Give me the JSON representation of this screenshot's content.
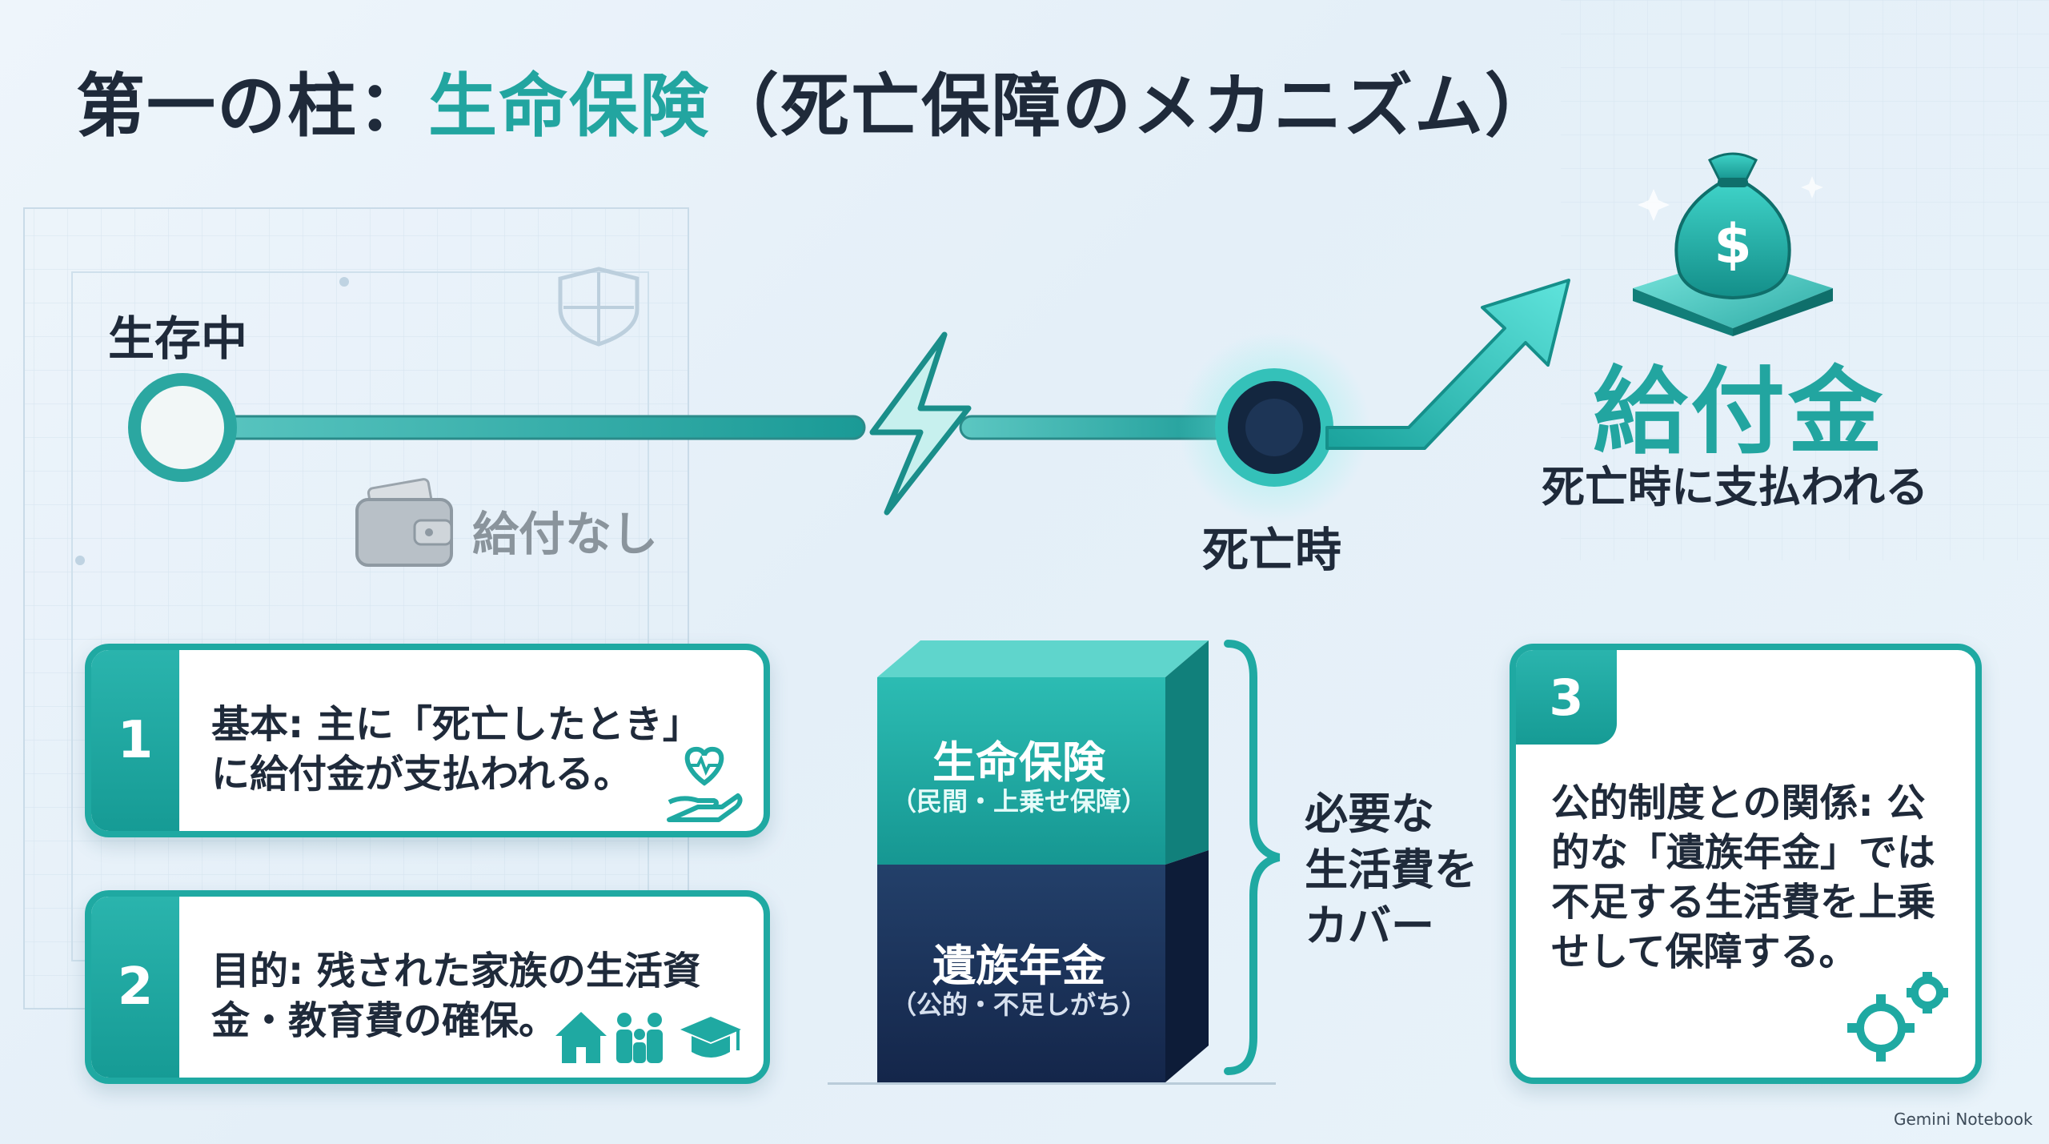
{
  "title": {
    "prefix": "第一の柱：",
    "highlight": "生命保険",
    "suffix": "（死亡保障のメカニズム）"
  },
  "timeline": {
    "alive_label": "生存中",
    "no_benefit_label": "給付なし",
    "death_label": "死亡時",
    "benefit_title": "給付金",
    "benefit_subtitle": "死亡時に支払われる"
  },
  "cards": [
    {
      "number": "1",
      "text": "基本: 主に「死亡したとき」に給付金が支払われる。",
      "icon": "heart-hand-icon"
    },
    {
      "number": "2",
      "text": "目的: 残された家族の生活資金・教育費の確保。",
      "icon": "house-family-graduation-icon"
    },
    {
      "number": "3",
      "text": "公的制度との関係: 公的な「遺族年金」では不足する生活費を上乗せして保障する。",
      "icon": "gears-icon"
    }
  ],
  "stack": {
    "top": {
      "title": "生命保険",
      "subtitle": "（民間・上乗せ保障）"
    },
    "bottom": {
      "title": "遺族年金",
      "subtitle": "（公的・不足しがち）"
    },
    "cover_text": "必要な\n生活費を\nカバー"
  },
  "footer": {
    "brand": "Gemini Notebook"
  },
  "colors": {
    "accent": "#22a5a0",
    "navy": "#1b2f4f",
    "text": "#1f2a3a",
    "muted": "#8a949c"
  }
}
